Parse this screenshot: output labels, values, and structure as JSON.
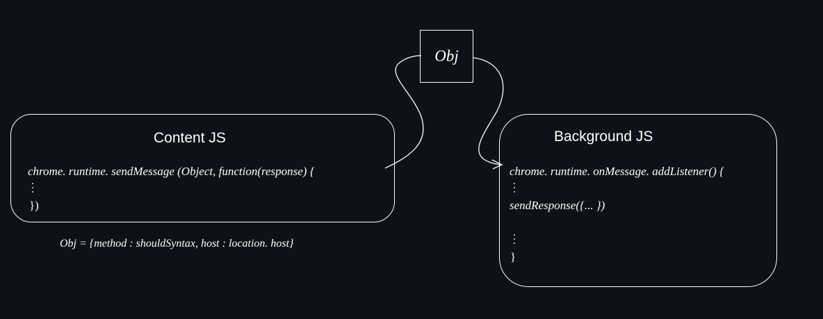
{
  "nodes": {
    "content": {
      "title": "Content JS",
      "line1": "chrome. runtime. sendMessage (Object,  function(response) {",
      "line3": "})"
    },
    "background": {
      "title": "Background JS",
      "line1": "chrome. runtime. onMessage. addListener() {",
      "line3": "sendResponse({... })",
      "line5": "}"
    },
    "obj": {
      "label": "Obj"
    }
  },
  "annotation": "Obj  = {method : shouldSyntax,  host : location. host}",
  "edges": [
    {
      "from": "content",
      "via": "obj",
      "to": "background",
      "arrow": true
    }
  ],
  "colors": {
    "background": "#0e1117",
    "stroke": "#ffffff",
    "text": "#ffffff"
  }
}
